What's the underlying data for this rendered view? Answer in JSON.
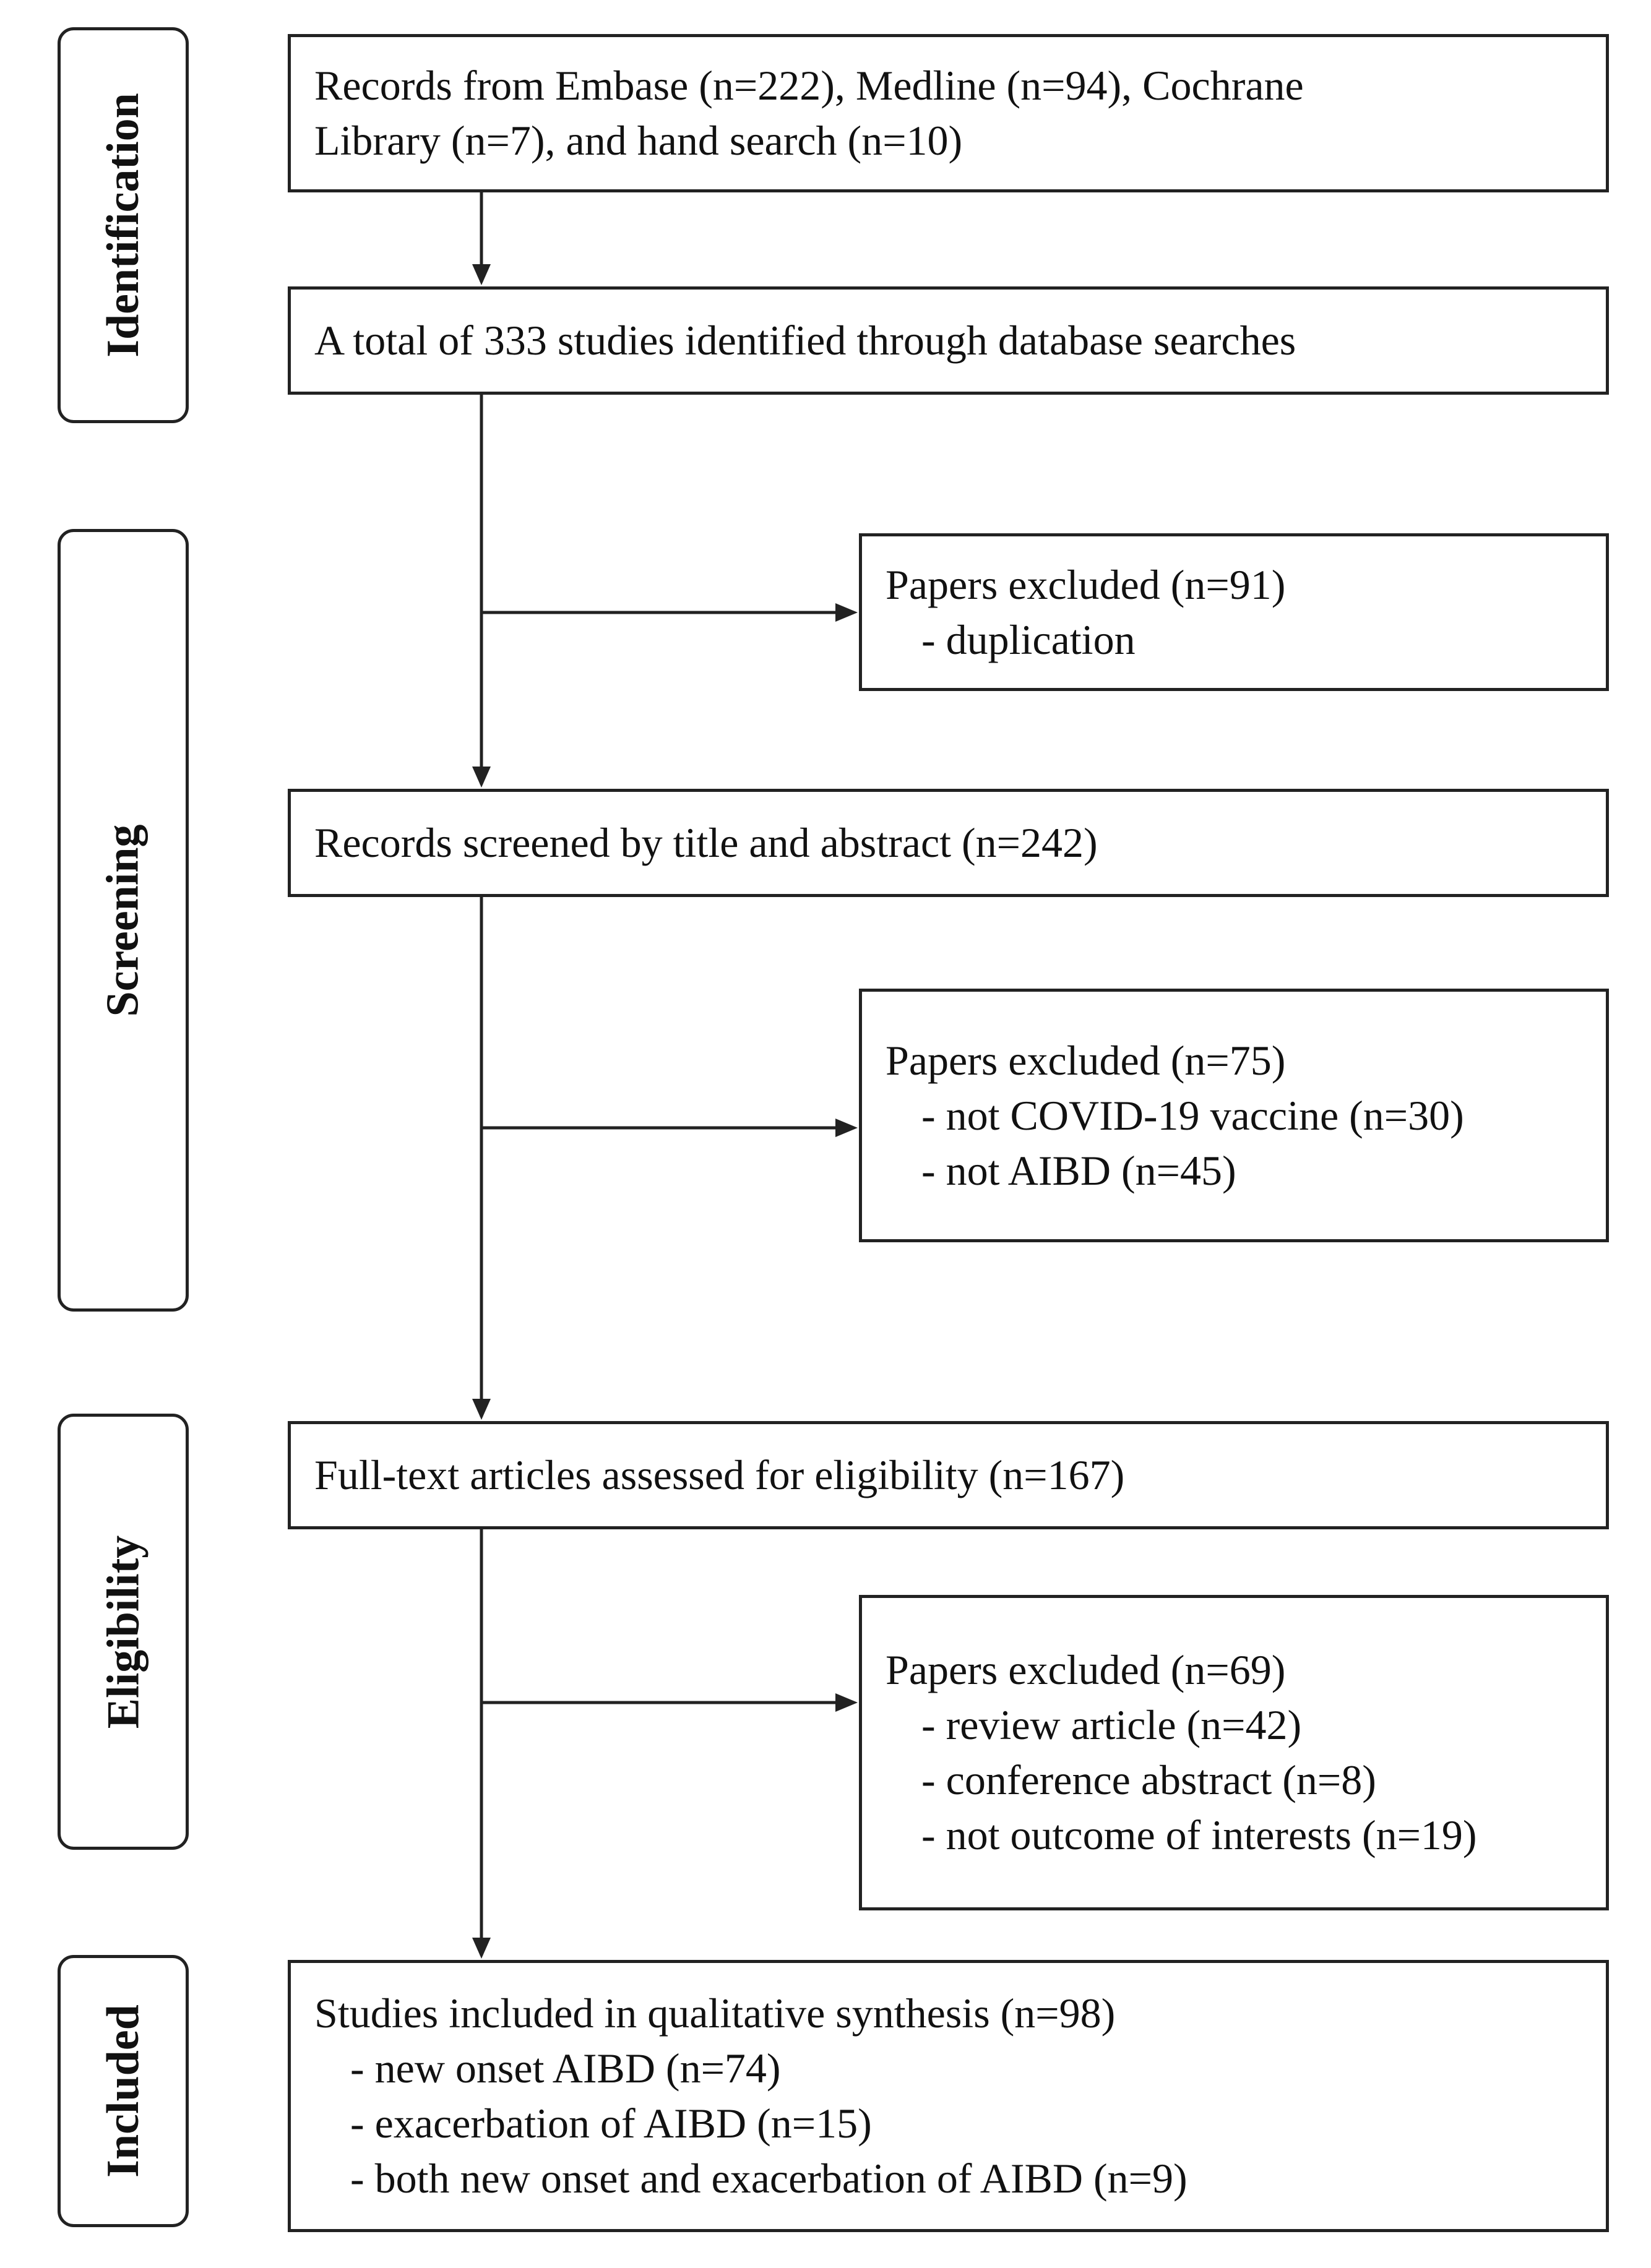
{
  "stages": {
    "identification": "Identification",
    "screening": "Screening",
    "eligibility": "Eligibility",
    "included": "Included"
  },
  "boxes": {
    "records": {
      "line1": "Records from Embase (n=222), Medline (n=94), Cochrane",
      "line2": "Library (n=7), and hand search (n=10)"
    },
    "total": "A total of 333 studies identified through database searches",
    "excluded_dup": {
      "title": "Papers excluded (n=91)",
      "items": [
        "- duplication"
      ]
    },
    "screened": "Records screened by title and abstract (n=242)",
    "excluded_screen": {
      "title": "Papers excluded (n=75)",
      "items": [
        "- not COVID-19 vaccine (n=30)",
        "- not AIBD (n=45)"
      ]
    },
    "fulltext": "Full-text articles assessed for eligibility (n=167)",
    "excluded_elig": {
      "title": "Papers excluded (n=69)",
      "items": [
        "- review article (n=42)",
        "- conference abstract (n=8)",
        "- not outcome of interests (n=19)"
      ]
    },
    "included": {
      "title": "Studies included in qualitative synthesis (n=98)",
      "items": [
        "- new onset AIBD (n=74)",
        "- exacerbation of AIBD (n=15)",
        "- both new onset and exacerbation of AIBD (n=9)"
      ]
    }
  }
}
